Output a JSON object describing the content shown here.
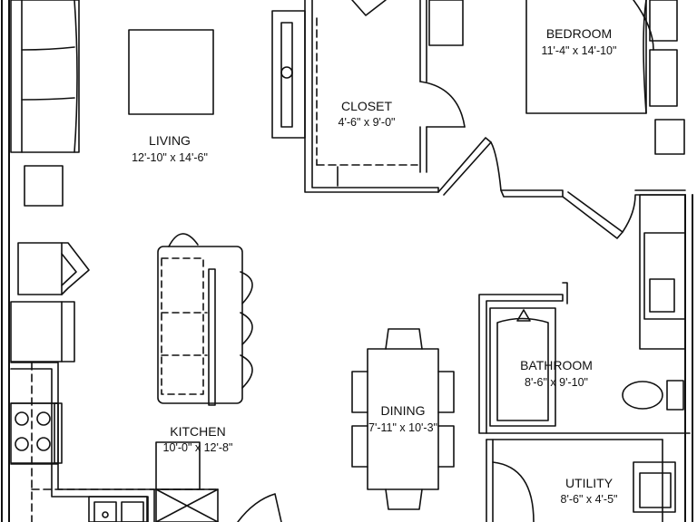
{
  "rooms": {
    "living": {
      "name": "LIVING",
      "dims": "12'-10\" x 14'-6\""
    },
    "closet": {
      "name": "CLOSET",
      "dims": "4'-6\" x 9'-0\""
    },
    "bedroom": {
      "name": "BEDROOM",
      "dims": "11'-4\" x 14'-10\""
    },
    "bathroom": {
      "name": "BATHROOM",
      "dims": "8'-6\" x 9'-10\""
    },
    "dining": {
      "name": "DINING",
      "dims": "7'-11\" x 10'-3\""
    },
    "kitchen": {
      "name": "KITCHEN",
      "dims": "10'-0\" x 12'-8\""
    },
    "utility": {
      "name": "UTILITY",
      "dims": "8'-6\" x 4'-5\""
    }
  },
  "colors": {
    "line": "#111111",
    "background": "#ffffff"
  }
}
